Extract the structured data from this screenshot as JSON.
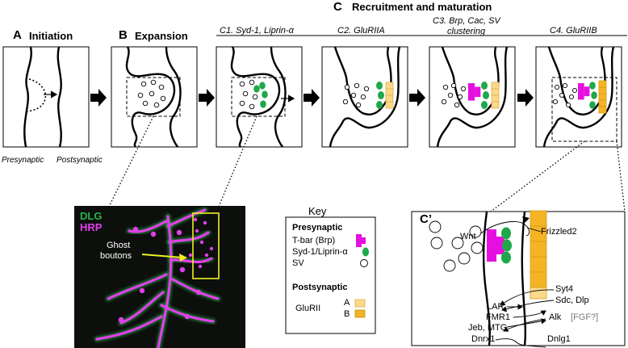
{
  "panels": {
    "A": {
      "letter": "A",
      "title": "Initiation"
    },
    "B": {
      "letter": "B",
      "title": "Expansion"
    },
    "C": {
      "letter": "C",
      "title": "Recruitment and maturation"
    }
  },
  "stages": {
    "c1": "C1. Syd-1, Liprin-α",
    "c2": "C2. GluRIIA",
    "c3_line1": "C3. Brp, Cac, SV",
    "c3_line2": "clustering",
    "c4": "C4. GluRIIB"
  },
  "side_labels": {
    "presynaptic": "Presynaptic",
    "postsynaptic": "Postsynaptic"
  },
  "micrograph": {
    "label_dlg": "DLG",
    "label_hrp": "HRP",
    "ghost_line1": "Ghost",
    "ghost_line2": "boutons",
    "colors": {
      "dlg": "#27b34a",
      "hrp": "#e040e8",
      "box": "#f0f020"
    }
  },
  "key": {
    "title": "Key",
    "presynaptic_header": "Presynaptic",
    "tbar": "T-bar (Brp)",
    "syd": "Syd-1/Liprin-α",
    "sv": "SV",
    "postsynaptic_header": "Postsynaptic",
    "gluRII": "GluRII",
    "a": "A",
    "b": "B"
  },
  "detail": {
    "label": "C’",
    "molecules": {
      "wnt": "Wnt",
      "frizzled2": "Frizzled2",
      "syt4": "Syt4",
      "sdc_dlp": "Sdc, Dlp",
      "lar": "LAR",
      "fmr1": "FMR1",
      "alk": "Alk",
      "fgf": "[FGF?]",
      "jeb_mtg": "Jeb, MTG",
      "dnrx1": "Dnrx1",
      "dnlg1": "Dnlg1"
    }
  },
  "colors": {
    "tbar": "#e510e0",
    "syd": "#1fa84a",
    "glu_a": "#fbd98a",
    "glu_b": "#f4b424",
    "glu_edge": "#d79b1c",
    "fgf_text": "#7a7a7a"
  }
}
